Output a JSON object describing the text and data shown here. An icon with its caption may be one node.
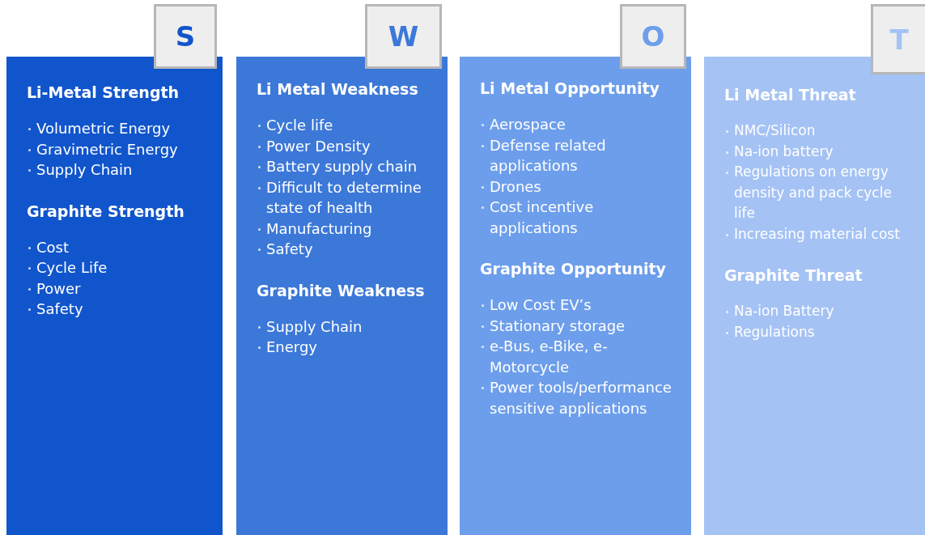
{
  "diagram": {
    "nodes": [
      {
        "text": [
          "S"
        ]
      },
      {
        "text": [
          "Li-Metal Strength",
          "Volumetric Energy",
          "Gravimetric Energy",
          "Supply Chain",
          "Graphite Strength",
          "Cost",
          "Cycle Life",
          "Power",
          "Safety"
        ]
      },
      {
        "text": [
          "W"
        ]
      },
      {
        "text": [
          "Li Metal Weakness",
          "Cycle life",
          "Power Density",
          "Battery supply chain",
          "Difficult to determine state of health",
          "Manufacturing",
          "Safety",
          "Graphite Weakness",
          "Supply Chain",
          "Energy"
        ]
      },
      {
        "text": [
          "O"
        ]
      },
      {
        "text": [
          "Li Metal Opportunity",
          "Aerospace",
          "Defense related applications",
          "Drones",
          "Cost incentive applications",
          "Graphite Opportunity",
          "Low Cost EV’s",
          "Stationary storage",
          "e-Bus, e-Bike, e-Motorcycle",
          "Power tools/performance sensitive applications"
        ]
      },
      {
        "text": [
          "T"
        ]
      },
      {
        "text": [
          "Li Metal Threat",
          "NMC/Silicon",
          "Na-ion battery",
          "Regulations on energy density and pack cycle life",
          "Increasing material cost",
          "Graphite Threat",
          "Na-ion Battery",
          "Regulations"
        ]
      }
    ]
  }
}
